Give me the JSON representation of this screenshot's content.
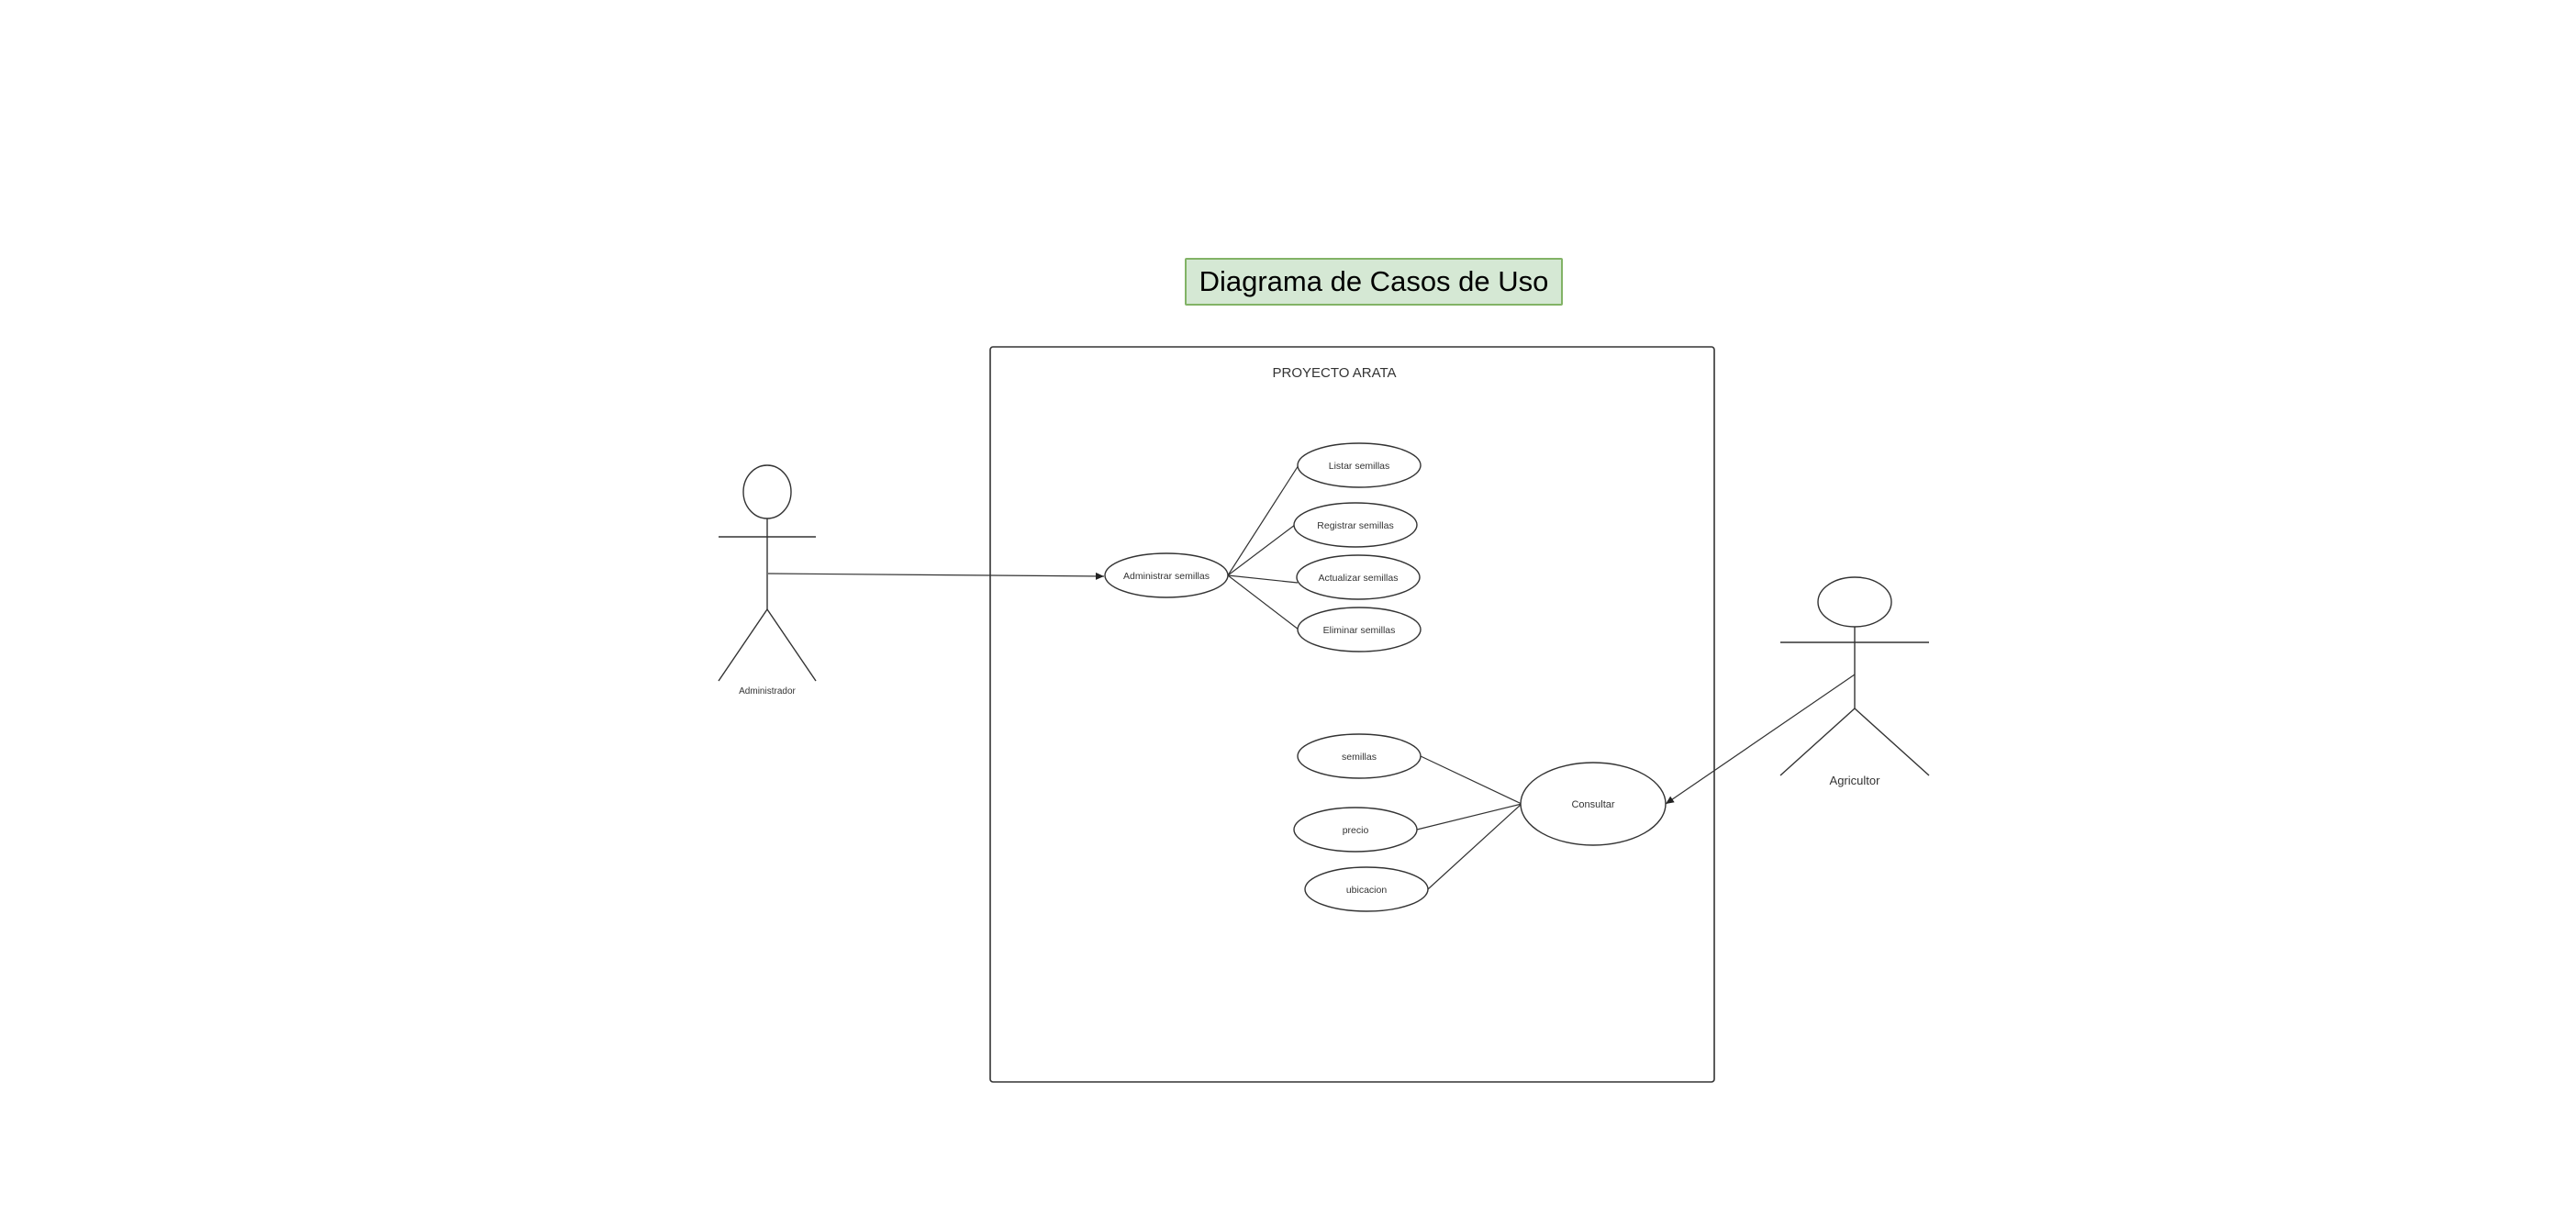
{
  "diagram": {
    "title": "Diagrama de Casos de Uso",
    "system": {
      "label": "PROYECTO ARATA"
    },
    "actors": [
      {
        "id": "administrador",
        "label": "Administrador"
      },
      {
        "id": "agricultor",
        "label": "Agricultor"
      }
    ],
    "use_cases": [
      {
        "id": "administrar",
        "label": "Administrar semillas"
      },
      {
        "id": "listar",
        "label": "Listar semillas"
      },
      {
        "id": "registrar",
        "label": "Registrar semillas"
      },
      {
        "id": "actualizar",
        "label": "Actualizar semillas"
      },
      {
        "id": "eliminar",
        "label": "Eliminar semillas"
      },
      {
        "id": "consultar",
        "label": "Consultar"
      },
      {
        "id": "semillas",
        "label": "semillas"
      },
      {
        "id": "precio",
        "label": "precio"
      },
      {
        "id": "ubicacion",
        "label": "ubicacion"
      }
    ],
    "relations": [
      {
        "from": "administrador",
        "to": "administrar",
        "arrow": true
      },
      {
        "from": "administrar",
        "to": "listar",
        "arrow": false
      },
      {
        "from": "administrar",
        "to": "registrar",
        "arrow": false
      },
      {
        "from": "administrar",
        "to": "actualizar",
        "arrow": false
      },
      {
        "from": "administrar",
        "to": "eliminar",
        "arrow": false
      },
      {
        "from": "agricultor",
        "to": "consultar",
        "arrow": true
      },
      {
        "from": "consultar",
        "to": "semillas",
        "arrow": false
      },
      {
        "from": "consultar",
        "to": "precio",
        "arrow": false
      },
      {
        "from": "consultar",
        "to": "ubicacion",
        "arrow": false
      }
    ]
  }
}
